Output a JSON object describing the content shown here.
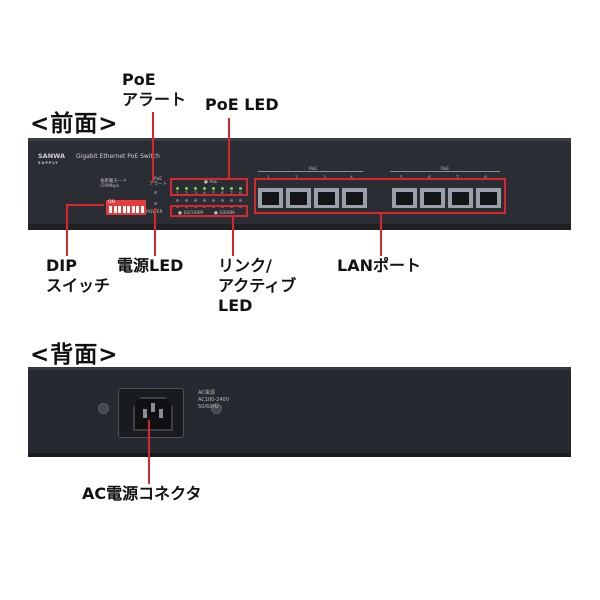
{
  "front_title": "<前面>",
  "rear_title": "<背面>",
  "callouts": {
    "poe_alert": [
      "PoE",
      "アラート"
    ],
    "poe_led": "PoE LED",
    "dip_switch": [
      "DIP",
      "スイッチ"
    ],
    "power_led": "電源LED",
    "link_active_led": [
      "リンク/",
      "アクティブ",
      "LED"
    ],
    "lan_port": "LANポート",
    "ac_connector": "AC電源コネクタ"
  },
  "front_panel": {
    "brand": [
      "SANWA",
      "SUPPLY"
    ],
    "model": "Gigabit Ethernet PoE Switch",
    "dip_label": [
      "長距離モード",
      "/10Mbps"
    ],
    "dip_on": "ON",
    "poe_alert_label": [
      "PoE",
      "アラート"
    ],
    "power_label": "POWER",
    "poe_led_label": "● PoE",
    "led_numbers": [
      "1",
      "2",
      "3",
      "4",
      "5",
      "6",
      "7",
      "8"
    ],
    "speed_10_100": "● 10/100M",
    "speed_1000": "● 1000M",
    "poe_group_label_1": "PoE",
    "poe_group_label_2": "PoE",
    "port_numbers": [
      "1",
      "2",
      "3",
      "4",
      "5",
      "6",
      "7",
      "8"
    ]
  },
  "rear_panel": {
    "ac_label": [
      "AC電源",
      "AC100-240V",
      "50/60Hz"
    ]
  },
  "colors": {
    "accent_red": "#d8262c",
    "chassis": "#2a2d33",
    "port_frame": "#9aa0a8",
    "led_green": "#7fd14a"
  }
}
